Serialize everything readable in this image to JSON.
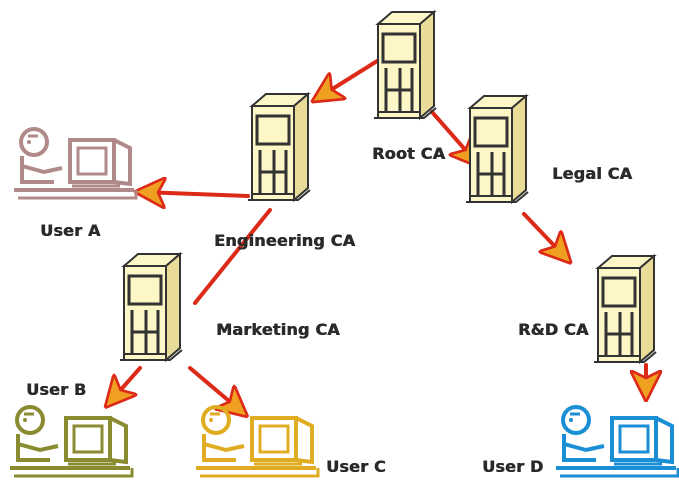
{
  "nodes": {
    "root_ca": {
      "label": "Root CA"
    },
    "engineering_ca": {
      "label": "Engineering CA"
    },
    "legal_ca": {
      "label": "Legal CA"
    },
    "marketing_ca": {
      "label": "Marketing CA"
    },
    "rd_ca": {
      "label": "R&D CA"
    }
  },
  "users": {
    "user_a": {
      "label": "User A",
      "color": "#b08a88"
    },
    "user_b": {
      "label": "User B",
      "color": "#8a8a30"
    },
    "user_c": {
      "label": "User C",
      "color": "#e0ac22"
    },
    "user_d": {
      "label": "User D",
      "color": "#1a8fd6"
    }
  },
  "colors": {
    "arrow": "#dd2a18",
    "arrowhead": "#f0a020",
    "server_line": "#333333",
    "server_face": "#fdf6c6"
  }
}
